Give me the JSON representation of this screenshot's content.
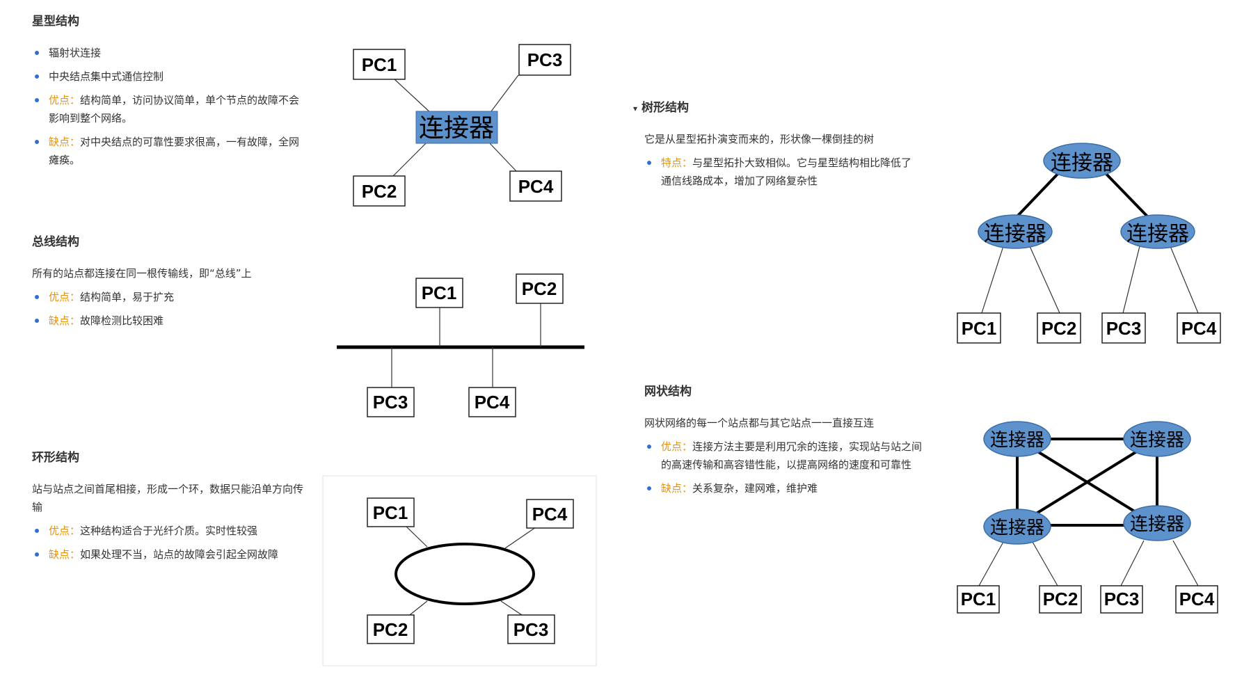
{
  "star": {
    "title": "星型结构",
    "items": [
      {
        "label": "",
        "text": "辐射状连接"
      },
      {
        "label": "",
        "text": "中央结点集中式通信控制"
      },
      {
        "label": "优点：",
        "text": "结构简单，访问协议简单，单个节点的故障不会影响到整个网络。"
      },
      {
        "label": "缺点：",
        "text": "对中央结点的可靠性要求很高，一有故障，全网瘫痪。"
      }
    ],
    "diagram": {
      "hub": "连接器",
      "pcs": [
        "PC1",
        "PC3",
        "PC2",
        "PC4"
      ]
    }
  },
  "bus": {
    "title": "总线结构",
    "desc": "所有的站点都连接在同一根传输线，即“总线”上",
    "items": [
      {
        "label": "优点：",
        "text": "结构简单，易于扩充"
      },
      {
        "label": "缺点：",
        "text": "故障检测比较困难"
      }
    ],
    "diagram": {
      "pcs": [
        "PC1",
        "PC2",
        "PC3",
        "PC4"
      ]
    }
  },
  "ring": {
    "title": "环形结构",
    "desc": "站与站点之间首尾相接，形成一个环，数据只能沿单方向传输",
    "items": [
      {
        "label": "优点：",
        "text": "这种结构适合于光纤介质。实时性较强"
      },
      {
        "label": "缺点：",
        "text": "如果处理不当，站点的故障会引起全网故障"
      }
    ],
    "diagram": {
      "pcs": [
        "PC1",
        "PC4",
        "PC2",
        "PC3"
      ]
    }
  },
  "tree": {
    "caret": "▾",
    "title": "树形结构",
    "desc": "它是从星型拓扑演变而来的，形状像一棵倒挂的树",
    "items": [
      {
        "label": "特点：",
        "text": "与星型拓扑大致相似。它与星型结构相比降低了通信线路成本，增加了网络复杂性"
      }
    ],
    "diagram": {
      "hubs": [
        "连接器",
        "连接器",
        "连接器"
      ],
      "pcs": [
        "PC1",
        "PC2",
        "PC3",
        "PC4"
      ]
    }
  },
  "mesh": {
    "title": "网状结构",
    "desc": "网状网络的每一个站点都与其它站点一一直接互连",
    "items": [
      {
        "label": "优点：",
        "text": "连接方法主要是利用冗余的连接，实现站与站之间的高速传输和高容错性能，以提高网络的速度和可靠性"
      },
      {
        "label": "缺点：",
        "text": "关系复杂，建网难，维护难"
      }
    ],
    "diagram": {
      "hubs": [
        "连接器",
        "连接器",
        "连接器",
        "连接器"
      ],
      "pcs": [
        "PC1",
        "PC2",
        "PC3",
        "PC4"
      ]
    }
  }
}
